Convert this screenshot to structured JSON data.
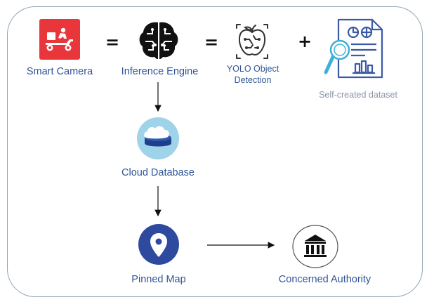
{
  "nodes": {
    "smart_camera": "Smart Camera",
    "inference_engine": "Inference Engine",
    "yolo_line1": "YOLO Object",
    "yolo_line2": "Detection",
    "dataset": "Self-created dataset",
    "cloud_database": "Cloud Database",
    "pinned_map": "Pinned Map",
    "concerned_authority": "Concerned Authority"
  },
  "operators": {
    "eq1": "=",
    "eq2": "=",
    "plus": "+"
  },
  "icons": {
    "smart_camera": "delivery-scooter-icon",
    "inference_engine": "brain-icon",
    "yolo": "apple-circuit-icon",
    "dataset": "report-magnifier-icon",
    "cloud_database": "cloud-database-icon",
    "pinned_map": "map-pin-icon",
    "concerned_authority": "government-building-icon"
  },
  "colors": {
    "label": "#2f5597",
    "camera_bg": "#e8363b",
    "cloud_bg": "#9ed3ea",
    "pin_bg": "#2e4a9e",
    "dataset_stroke": "#3a5aa6",
    "dataset_accent": "#3fb0d8"
  }
}
